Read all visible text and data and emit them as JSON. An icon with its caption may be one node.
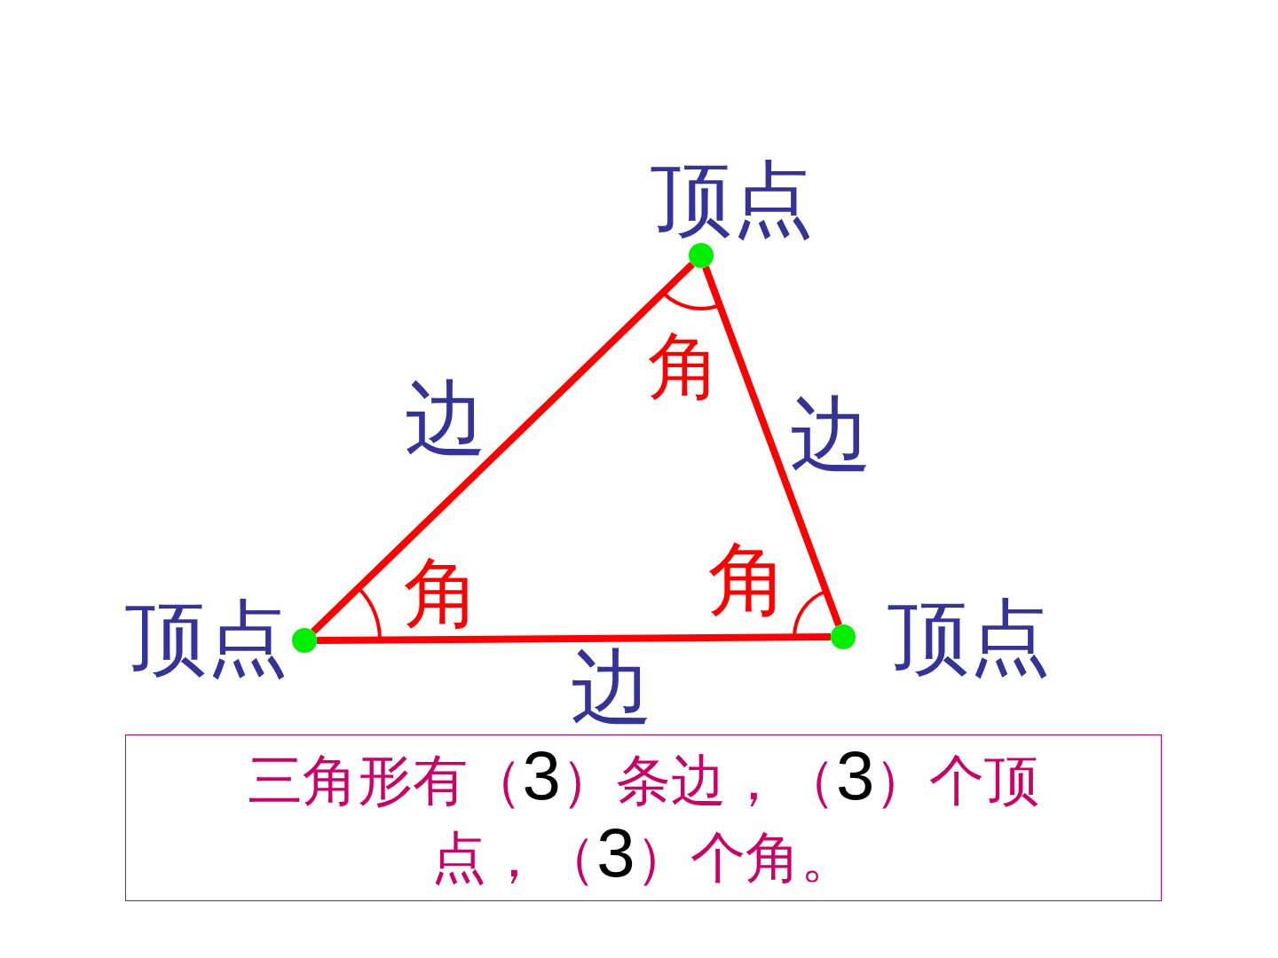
{
  "diagram": {
    "nodes": [
      {
        "text": [],
        "shape": "circle",
        "beside": [
          "顶点",
          "角"
        ]
      },
      {
        "text": [],
        "shape": "circle",
        "beside": [
          "顶点",
          "角"
        ]
      },
      {
        "text": [],
        "shape": "circle",
        "beside": [
          "角",
          "顶点"
        ]
      },
      {
        "text": [
          "三角形有（3）条边，（3）个顶点，（3）个角。"
        ]
      }
    ],
    "edges": [
      {
        "from": 0,
        "to": 1,
        "arrow": "none",
        "label": "边"
      },
      {
        "from": 0,
        "to": 2,
        "arrow": "none",
        "label": "边"
      },
      {
        "from": 1,
        "to": 2,
        "arrow": "none",
        "label": "边"
      }
    ]
  }
}
